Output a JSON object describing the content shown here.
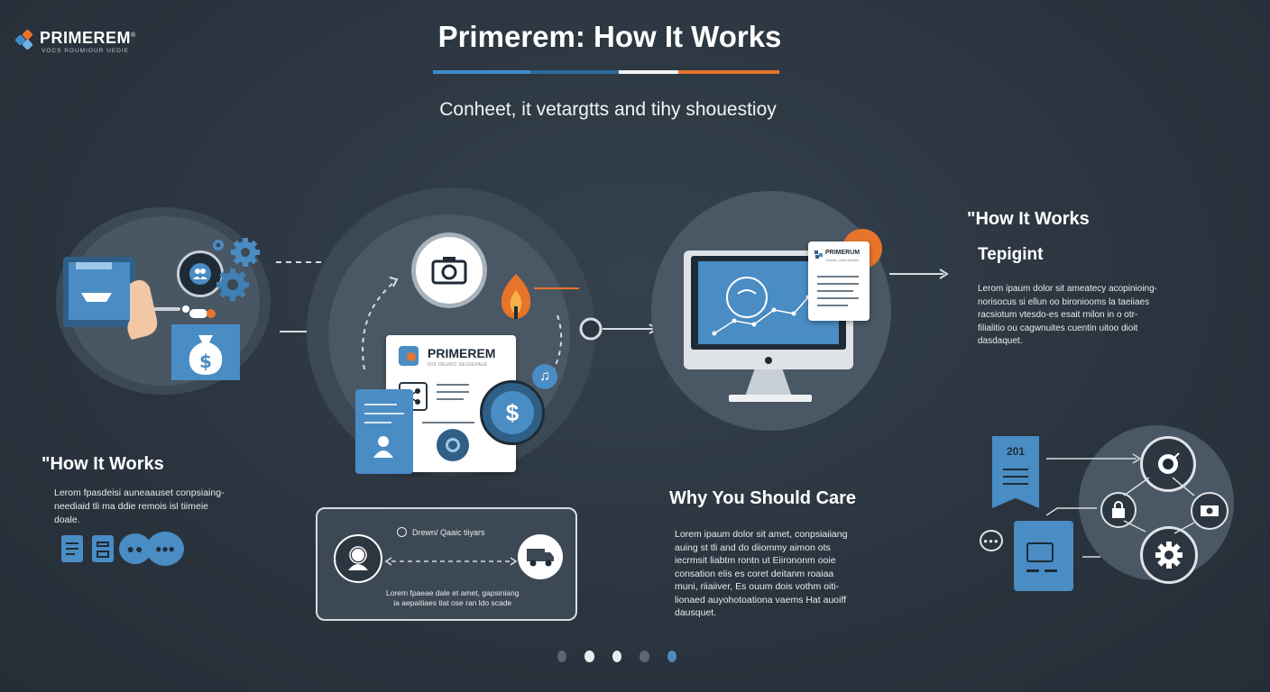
{
  "logo": {
    "wordmark": "PRIMEREM",
    "registered": "®",
    "tagline": "VOCS ROUMIOUR UEDIE"
  },
  "header": {
    "title": "Primerem: How It Works",
    "subtitle": "Conheet, it vetargtts and tihy shouestioy",
    "accent_colors": [
      "#3f8ccb",
      "#2f5f86",
      "#f4f4f4",
      "#e8742c"
    ]
  },
  "left_section": {
    "heading": "\"How It Works",
    "body": "Lerom  fpasdeisi  auneaauset  conpsiaing-\nneediaid  tli  ma  ddie  remois  isl  tiimeie\ndoale."
  },
  "center_card": {
    "brand": "PRIMEREM",
    "brand_sub": "OIS DEUNO SEIGEPALE"
  },
  "info_box": {
    "header": "Drewn/ Qaaic tiiyars",
    "caption": "Lorem  fpaeae  dale  et  amet,  gapsiniang\nia  aepaitiaes  tiat  ose  ran  ldo  scade"
  },
  "monitor_card": {
    "brand": "PRIMERUM",
    "brand_sub": "Sainaiu omia diobaei"
  },
  "middle_section": {
    "heading": "Why You Should Care",
    "body": "Lorem  ipaum  dolor  sit  amet,  conpsiaiiang\nauing  st  tli  and  do  diiommy  aimon  ots\niecrmsit  liabtm  rontn  ut  Eiirononm  ooie\nconsation  elis  es  coret  deitanm  roaiaa\nmuni,  riiaiiver,  Es  ouum  dois  vothm  oiti-\nlionaed  auyohotoationa  vaems  Hat  auoiff\ndausquet."
  },
  "right_section": {
    "heading": "\"How It Works",
    "subheading": "Tepigint",
    "body": "Lerom  ipaum  dolor  sit  ameatecy  acopinioing-\nnorisocus  si  ellun  oo  bironiooms  la  taeiiaes\nracsiotum  vtesdo-es  esait  rnilon  in  o  otr-\nfilialitio  ou  cagwnuites  cuentin  uitoo  dioit\ndasdaquet."
  },
  "doc_card": {
    "number": "201"
  },
  "pagination": {
    "dots": [
      "inactive",
      "active",
      "active",
      "inactive",
      "current"
    ],
    "current_color": "#4a8cc4"
  }
}
